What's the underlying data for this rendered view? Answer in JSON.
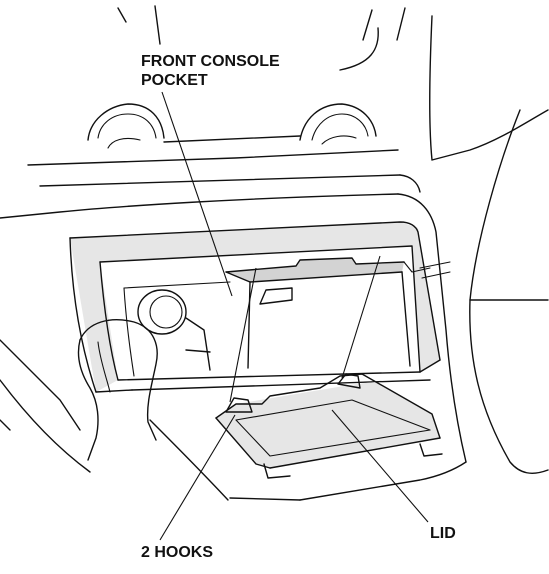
{
  "labels": {
    "front_console_pocket_line1": "FRONT CONSOLE",
    "front_console_pocket_line2": "POCKET",
    "hooks": "2 HOOKS",
    "lid": "LID"
  }
}
